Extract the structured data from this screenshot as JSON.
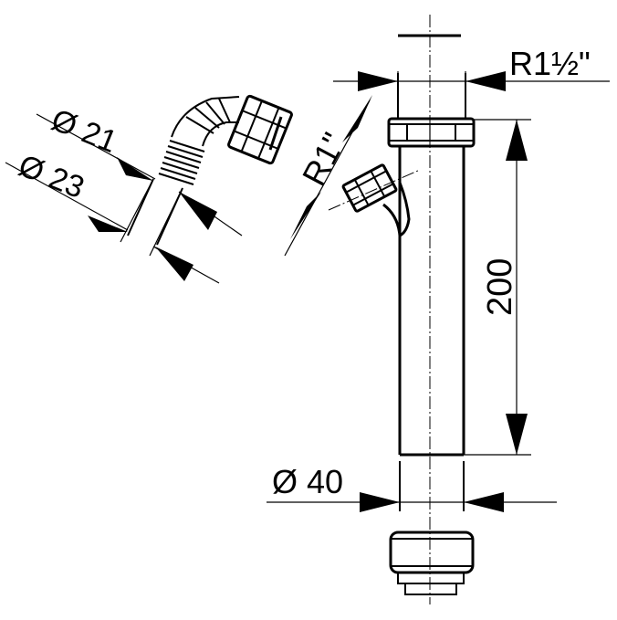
{
  "labels": {
    "diameter_21": "Ø 21",
    "diameter_23": "Ø 23",
    "thread_r1": "R1\"",
    "thread_r1_half": "R1½\"",
    "length_200": "200",
    "diameter_40": "Ø 40"
  }
}
